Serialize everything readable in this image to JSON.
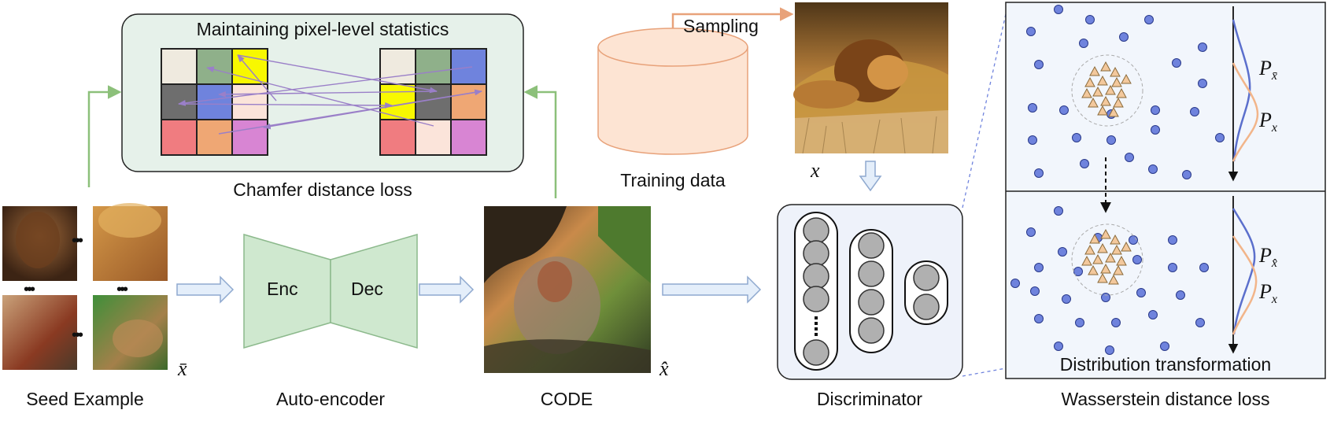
{
  "diagram": {
    "chamfer_panel": {
      "title": "Maintaining pixel-level statistics",
      "caption": "Chamfer distance loss",
      "left_grid_colors": [
        "#efeadf",
        "#8fb08a",
        "#f8f800",
        "#6e6e6e",
        "#6f83dd",
        "#fbe4da",
        "#f07c80",
        "#efa774",
        "#d885d3"
      ],
      "right_grid_colors": [
        "#efeadf",
        "#8fb08a",
        "#6f83dd",
        "#f8f800",
        "#6e6e6e",
        "#efa774",
        "#f07c80",
        "#fbe4da",
        "#d885d3"
      ],
      "bg_color": "#e6f1ea",
      "arrow_color": "#9a7fc8"
    },
    "training": {
      "label": "Training data",
      "sampling_label": "Sampling",
      "cylinder_fill": "#fde4d3",
      "cylinder_stroke": "#e8a27a"
    },
    "real_image": {
      "symbol": "x",
      "icon": "lion-photo"
    },
    "seed": {
      "label": "Seed Example",
      "symbol": "x̄",
      "dots": "•••"
    },
    "autoencoder": {
      "label": "Auto-encoder",
      "enc": "Enc",
      "dec": "Dec",
      "fill": "#cfe8cf",
      "stroke": "#8cb98c"
    },
    "code": {
      "label": "CODE",
      "symbol": "x̂"
    },
    "discriminator": {
      "label": "Discriminator",
      "fill": "#eef2fa"
    },
    "wasserstein": {
      "label": "Wasserstein distance loss",
      "subcaption": "Distribution transformation",
      "p_bar": "P",
      "p_bar_sub": "x̄",
      "p_x": "P",
      "p_x_sub": "x",
      "p_hat": "P",
      "p_hat_sub": "x̂",
      "dot_color": "#6f83dd",
      "triangle_color": "#f3c89c",
      "curve_blue": "#5b6fcc",
      "curve_orange": "#f2b58a"
    },
    "arrow_fill": "#e4eefa",
    "arrow_stroke": "#8fa9cf",
    "feedback_arrow_color": "#8cc07a"
  }
}
